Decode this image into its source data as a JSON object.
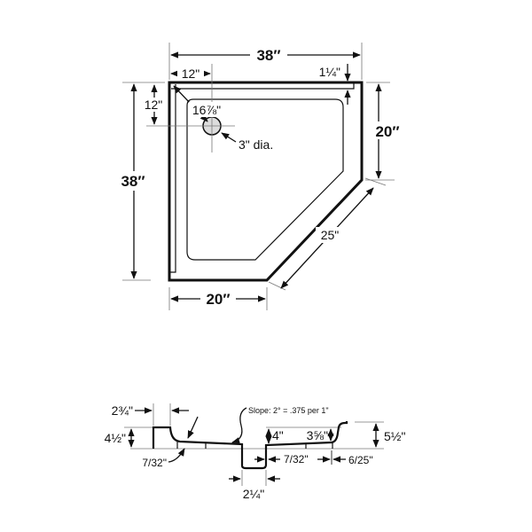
{
  "plan_view": {
    "overall_width": "38″",
    "overall_depth": "38″",
    "drain_offset_x": "12\"",
    "drain_offset_y": "12\"",
    "drain_diagonal": "16⅞\"",
    "drain_diameter": "3\" dia.",
    "threshold_width": "1¼\"",
    "right_side": "20″",
    "bottom_side": "20″",
    "angled_front": "25\""
  },
  "section_view": {
    "wall_width": "2¾\"",
    "left_height": "4½\"",
    "left_thickness": "7/32\"",
    "slope_note": "Slope: 2° = .375 per 1\"",
    "sump_depth": "4\"",
    "curb_height": "3⅝\"",
    "overall_height": "5½\"",
    "right_thickness": "7/32\"",
    "lip_thickness": "6/25\"",
    "sump_width": "2¼\""
  }
}
